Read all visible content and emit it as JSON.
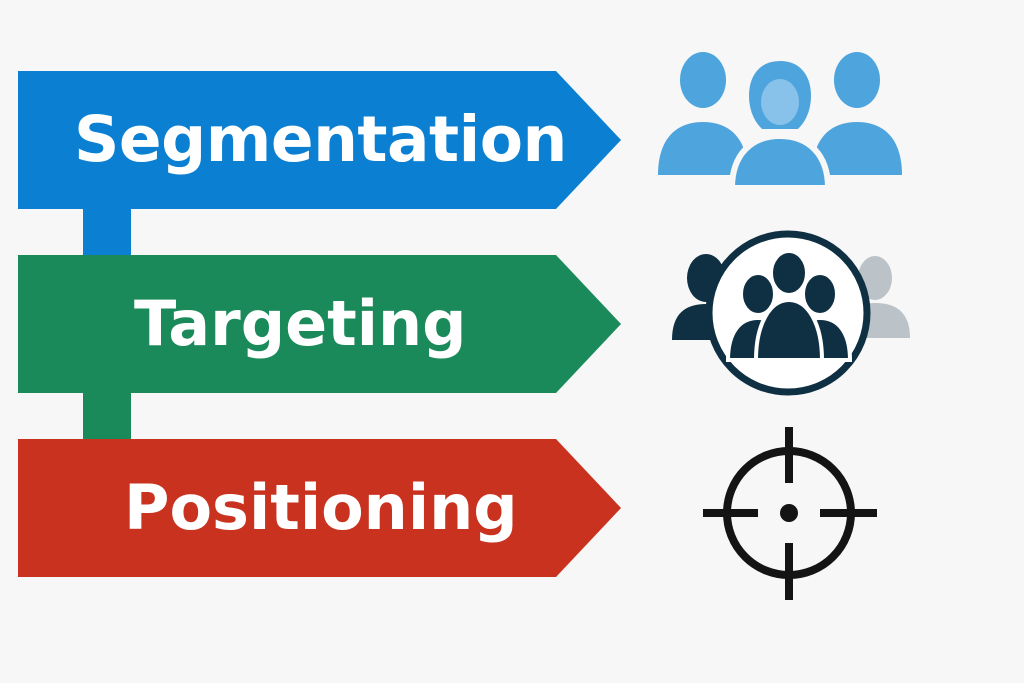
{
  "steps": [
    {
      "label": "Segmentation",
      "color": "#0b7fd1"
    },
    {
      "label": "Targeting",
      "color": "#1b8a5a"
    },
    {
      "label": "Positioning",
      "color": "#c8321e"
    }
  ],
  "icons": [
    {
      "name": "people-group-icon",
      "color": "#4ea4dc"
    },
    {
      "name": "target-audience-icon",
      "color": "#0f3042"
    },
    {
      "name": "crosshair-icon",
      "color": "#141414"
    }
  ]
}
